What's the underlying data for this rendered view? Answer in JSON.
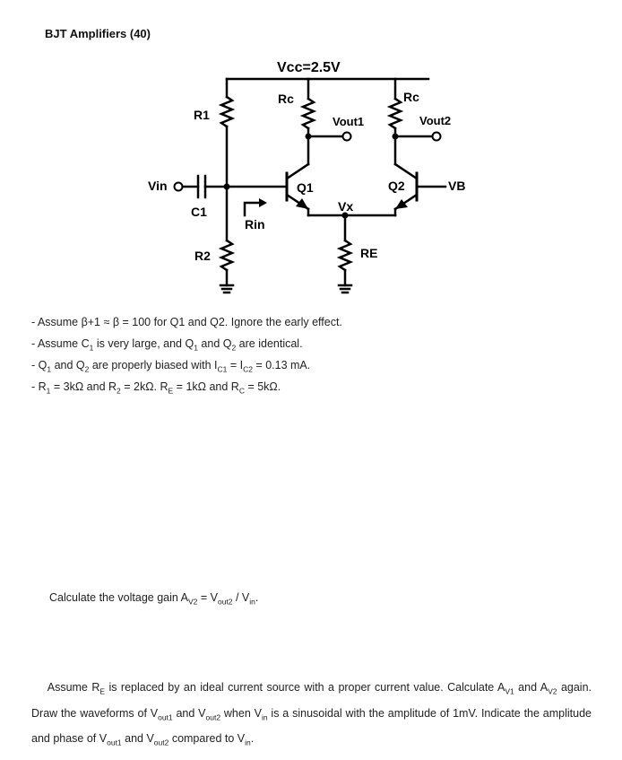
{
  "title": "BJT Amplifiers (40)",
  "circuit": {
    "vcc": "Vcc=2.5V",
    "r1": "R1",
    "r2": "R2",
    "rc_left": "Rc",
    "rc_right": "Rc",
    "c1": "C1",
    "q1": "Q1",
    "q2": "Q2",
    "vin": "Vin",
    "vout1": "Vout1",
    "vout2": "Vout2",
    "vx": "Vx",
    "vb": "VB",
    "re": "RE",
    "rin": "Rin"
  },
  "assumptions": {
    "b1": "- Assume β+1 ≈ β = 100 for Q1 and Q2. Ignore the early effect.",
    "b2_a": "- Assume C",
    "b2_b": " is very large, and Q",
    "b2_c": " and Q",
    "b2_d": " are identical.",
    "b3_a": "- Q",
    "b3_b": " and Q",
    "b3_c": " are properly biased with I",
    "b3_d": " = I",
    "b3_e": " = 0.13 mA.",
    "b4_a": "- R",
    "b4_b": " = 3kΩ and R",
    "b4_c": " = 2kΩ. R",
    "b4_d": " = 1kΩ and R",
    "b4_e": " = 5kΩ."
  },
  "question1": {
    "a": "Calculate the voltage gain A",
    "b": " = V",
    "c": " / V",
    "d": "."
  },
  "question2": {
    "a": "Assume R",
    "b": " is replaced by an ideal current source with a proper current value. Calculate A",
    "c": " and A",
    "d": " again. Draw the waveforms of V",
    "e": " and V",
    "f": " when V",
    "g": " is a sinusoidal with the amplitude of 1mV. Indicate the amplitude and phase of V",
    "h": " and V",
    "i": " compared to V",
    "j": "."
  },
  "subs": {
    "one": "1",
    "two": "2",
    "c1": "C1",
    "c2": "C2",
    "e": "E",
    "c": "C",
    "v1": "V1",
    "v2": "V2",
    "out1": "out1",
    "out2": "out2",
    "in": "in"
  }
}
